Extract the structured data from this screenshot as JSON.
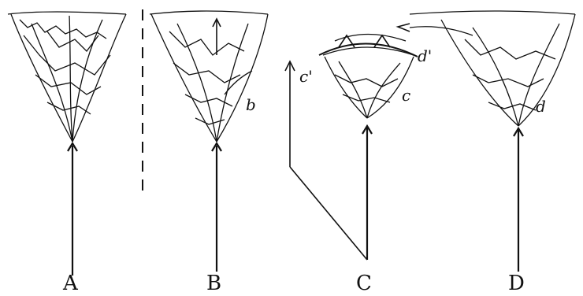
{
  "figure": {
    "labels": {
      "A": "A",
      "B": "B",
      "C": "C",
      "D": "D",
      "b": "b",
      "c": "c",
      "c_prime": "c'",
      "d": "d",
      "d_prime": "d'"
    },
    "colors": {
      "ink": "#111111",
      "background": "#ffffff"
    }
  }
}
